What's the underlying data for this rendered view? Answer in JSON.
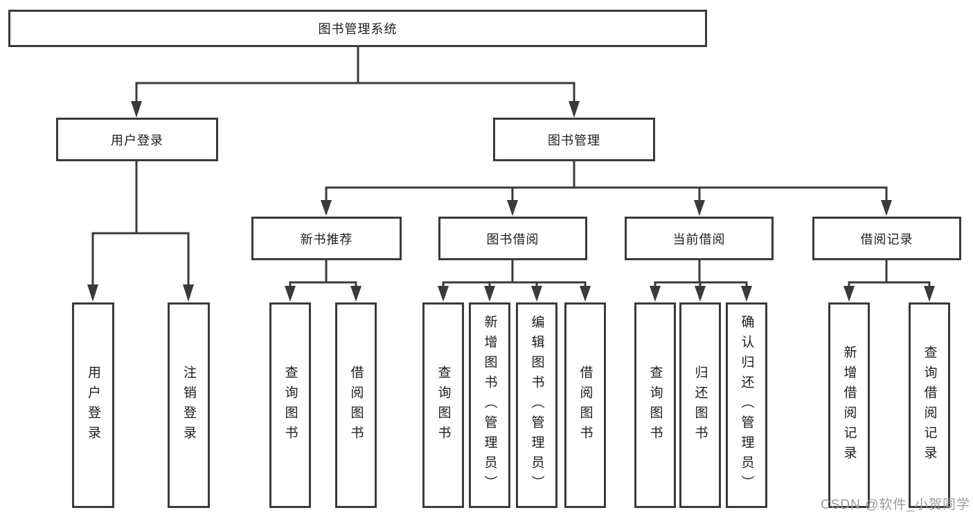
{
  "diagram": {
    "root": {
      "label": "图书管理系统"
    },
    "level2": [
      {
        "label": "用户登录"
      },
      {
        "label": "图书管理"
      }
    ],
    "level3": [
      {
        "label": "新书推荐"
      },
      {
        "label": "图书借阅"
      },
      {
        "label": "当前借阅"
      },
      {
        "label": "借阅记录"
      }
    ],
    "leaves": [
      {
        "label": "用户登录"
      },
      {
        "label": "注销登录"
      },
      {
        "label": "查询图书"
      },
      {
        "label": "借阅图书"
      },
      {
        "label": "查询图书"
      },
      {
        "label": "新增图书（管理员）"
      },
      {
        "label": "编辑图书（管理员）"
      },
      {
        "label": "借阅图书"
      },
      {
        "label": "查询图书"
      },
      {
        "label": "归还图书"
      },
      {
        "label": "确认归还（管理员）"
      },
      {
        "label": "新增借阅记录"
      },
      {
        "label": "查询借阅记录"
      }
    ],
    "watermark": "CSDN @软件_小贺同学",
    "colors": {
      "line": "#3a3a3a",
      "text": "#1d1d1d",
      "watermark": "#9b9b9b",
      "background": "#ffffff"
    }
  }
}
